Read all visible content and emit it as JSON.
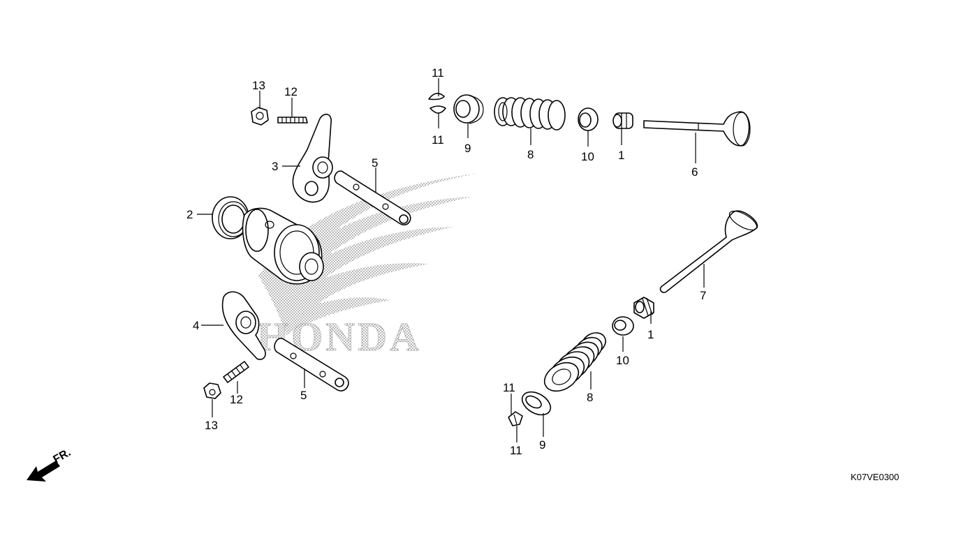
{
  "diagram": {
    "watermark_text": "HONDA",
    "direction_label": "FR.",
    "diagram_code": "K07VE0300",
    "callouts": [
      {
        "id": "c11a",
        "label": "11"
      },
      {
        "id": "c11b",
        "label": "11"
      },
      {
        "id": "c9a",
        "label": "9"
      },
      {
        "id": "c8a",
        "label": "8"
      },
      {
        "id": "c10a",
        "label": "10"
      },
      {
        "id": "c1a",
        "label": "1"
      },
      {
        "id": "c6",
        "label": "6"
      },
      {
        "id": "c13a",
        "label": "13"
      },
      {
        "id": "c12a",
        "label": "12"
      },
      {
        "id": "c3",
        "label": "3"
      },
      {
        "id": "c5a",
        "label": "5"
      },
      {
        "id": "c2",
        "label": "2"
      },
      {
        "id": "c7",
        "label": "7"
      },
      {
        "id": "c4",
        "label": "4"
      },
      {
        "id": "c1b",
        "label": "1"
      },
      {
        "id": "c10b",
        "label": "10"
      },
      {
        "id": "c5b",
        "label": "5"
      },
      {
        "id": "c12b",
        "label": "12"
      },
      {
        "id": "c8b",
        "label": "8"
      },
      {
        "id": "c13b",
        "label": "13"
      },
      {
        "id": "c11c",
        "label": "11"
      },
      {
        "id": "c11d",
        "label": "11"
      },
      {
        "id": "c9b",
        "label": "9"
      }
    ]
  }
}
